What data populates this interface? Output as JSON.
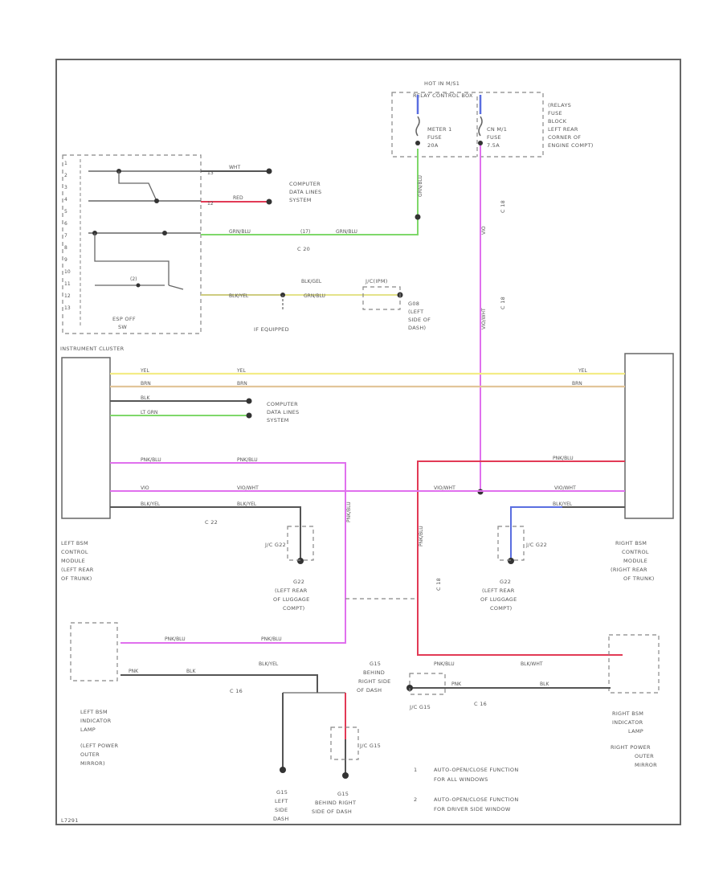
{
  "relay_box": {
    "name_line1": "HOT IN M/S1",
    "name_line2": "RELAY CONTROL BOX",
    "fuse1": [
      "METER 1",
      "FUSE",
      "20A"
    ],
    "fuse2": [
      "CN  M/1",
      "FUSE",
      "7.5A"
    ],
    "location": [
      "(RELAYS",
      "FUSE",
      "BLOCK",
      "LEFT REAR",
      "CORNER OF",
      "ENGINE COMPT)"
    ]
  },
  "computer_system_top": [
    "COMPUTER",
    "DATA LINES",
    "SYSTEM"
  ],
  "computer_system_mid": [
    "COMPUTER",
    "DATA LINES",
    "SYSTEM"
  ],
  "connector_c20": "C 20",
  "connector_c22": "C 22",
  "connector_c18_top": "C 18",
  "connector_c18_mid": "C 18",
  "connector_c18_left": "C 18",
  "connector_c16_bottom": "C 16",
  "connector_c16_right": "C 16",
  "if_equipped": "IF EQUIPPED",
  "esp_off": [
    "ESP OFF",
    "SW"
  ],
  "wire_grnblu_top": "BLK/GEL",
  "wire_grnblu_top2": "GRN/BLU",
  "ground_g08_top": [
    "G08",
    "(LEFT",
    "SIDE OF",
    "DASH)"
  ],
  "ground_jc_top": "J/C(IPM)",
  "instrument_cluster": "INSTRUMENT CLUSTER",
  "left_module": [
    "LEFT BSM",
    "CONTROL",
    "MODULE",
    "(LEFT REAR",
    "OF TRUNK)"
  ],
  "right_module": [
    "RIGHT BSM",
    "CONTROL",
    "MODULE",
    "(RIGHT REAR",
    "OF TRUNK)"
  ],
  "ground_g22_left": [
    "G22",
    "(LEFT REAR",
    "OF LUGGAGE",
    "COMPT)"
  ],
  "ground_g22_right": [
    "G22",
    "(LEFT REAR",
    "OF LUGGAGE",
    "COMPT)"
  ],
  "jc_g22_left": "J/C G22",
  "jc_g22_right": "J/C G22",
  "jc_g15": "J/C G15",
  "jc_g15_bottom": "J/C G15",
  "ground_g15_right": [
    "G15",
    "BEHIND",
    "RIGHT SIDE",
    "OF DASH"
  ],
  "ground_g15_left": [
    "G15",
    "LEFT",
    "SIDE",
    "DASH"
  ],
  "ground_g15_center": [
    "G15",
    "BEHIND RIGHT",
    "SIDE OF DASH"
  ],
  "left_indicator": [
    "LEFT BSM",
    "INDICATOR",
    "LAMP",
    "(LEFT POWER",
    "OUTER",
    "MIRROR)"
  ],
  "right_indicator": [
    "RIGHT BSM",
    "INDICATOR",
    "LAMP",
    "RIGHT POWER",
    "OUTER",
    "MIRROR"
  ],
  "notes": [
    {
      "num": "1",
      "line1": "AUTO-OPEN/CLOSE FUNCTION",
      "line2": "FOR ALL WINDOWS"
    },
    {
      "num": "2",
      "line1": "AUTO-OPEN/CLOSE FUNCTION",
      "line2": "FOR DRIVER SIDE WINDOW"
    }
  ],
  "wires": {
    "wht": "WHT",
    "red": "RED",
    "grnblu": "GRN/BLU",
    "blkgel": "BLK/YEL",
    "yel": "YEL",
    "brn": "BRN",
    "blk": "BLK",
    "ltgrn": "LT GRN",
    "pnkblu": "PNK/BLU",
    "vio": "VIO",
    "vio_wht": "VIO/WHT",
    "blkyel": "BLK/YEL",
    "pnk": "PNK",
    "blk2": "BLK",
    "blkwht": "BLK/WHT"
  },
  "corner_code": "L7291",
  "colors": {
    "green": "#7fd86a",
    "red": "#e23a55",
    "magenta": "#e070ee",
    "pink": "#f6a0e8",
    "yellow": "#f3ec86",
    "tan": "#e2c59a",
    "black": "#555555",
    "blue": "#5a6ee0"
  }
}
